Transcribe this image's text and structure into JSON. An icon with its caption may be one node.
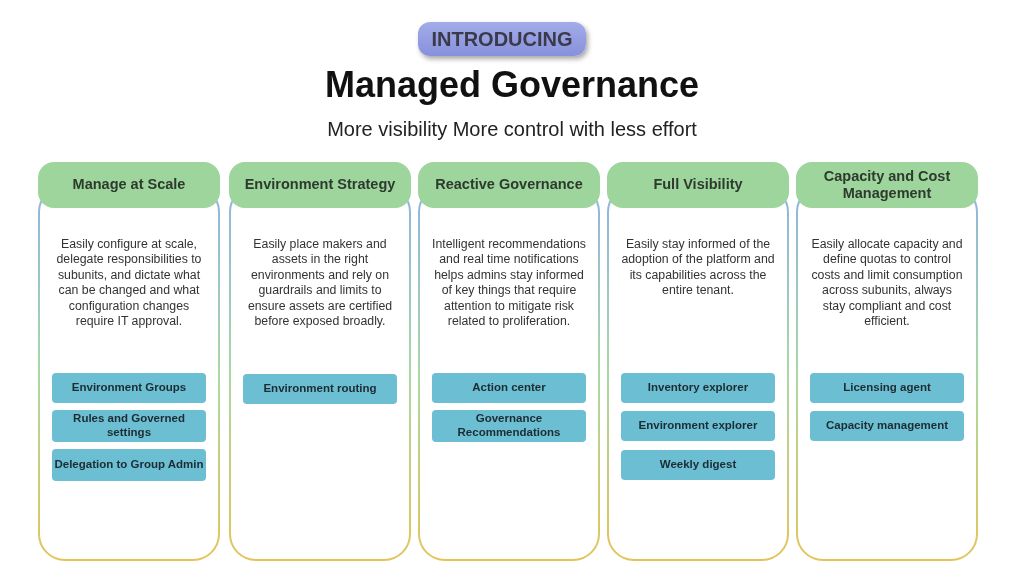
{
  "diagram": {
    "title": "Managed Governance",
    "nodes": [
      {
        "text": [
          "INTRODUCING"
        ]
      },
      {
        "text": [
          "Manage at Scale",
          "Easily configure at scale, delegate responsibilities to subunits, and dictate what can be changed and what configuration changes require IT approval."
        ]
      },
      {
        "text": [
          "Environment Groups"
        ],
        "in": 1
      },
      {
        "text": [
          "Rules and Governed settings"
        ],
        "in": 1
      },
      {
        "text": [
          "Delegation to Group Admin"
        ],
        "in": 1
      },
      {
        "text": [
          "Environment Strategy",
          "Easily place makers and assets in the right environments and rely on guardrails and limits to ensure assets are certified before exposed broadly."
        ]
      },
      {
        "text": [
          "Environment routing"
        ],
        "in": 5
      },
      {
        "text": [
          "Reactive Governance",
          "Intelligent recommendations and real time notifications helps admins stay informed of key things that require attention to mitigate risk related to proliferation."
        ]
      },
      {
        "text": [
          "Action center"
        ],
        "in": 7
      },
      {
        "text": [
          "Governance Recommendations"
        ],
        "in": 7
      },
      {
        "text": [
          "Full Visibility",
          "Easily stay informed of the adoption of the platform and its capabilities across the entire tenant."
        ]
      },
      {
        "text": [
          "Inventory explorer"
        ],
        "in": 10
      },
      {
        "text": [
          "Environment explorer"
        ],
        "in": 10
      },
      {
        "text": [
          "Weekly digest"
        ],
        "in": 10
      },
      {
        "text": [
          "Capacity and Cost Management",
          "Easily allocate capacity and define quotas to control costs and limit consumption across subunits, always stay compliant and cost efficient."
        ]
      },
      {
        "text": [
          "Licensing agent"
        ],
        "in": 14
      },
      {
        "text": [
          "Capacity management"
        ],
        "in": 14
      }
    ],
    "labels": [
      "More visibility More control with less effort"
    ]
  }
}
